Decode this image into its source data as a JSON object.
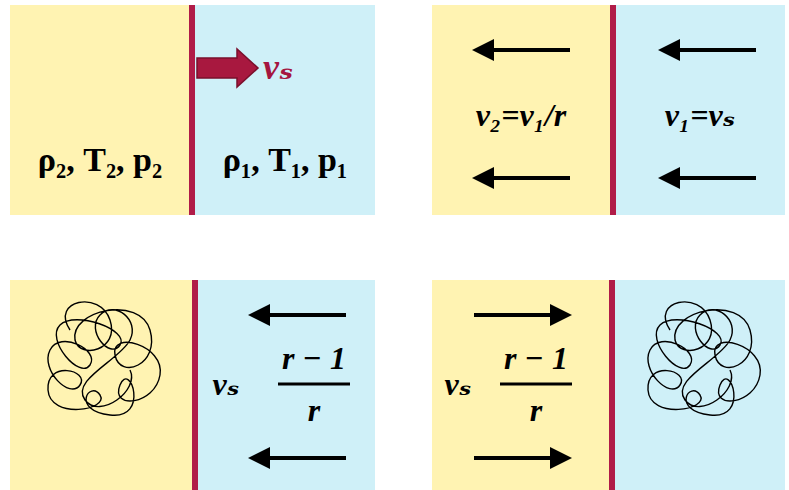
{
  "diagram": {
    "nodes": [
      {
        "text": [
          "ρ₂, T₂, p₂"
        ]
      },
      {
        "text": [
          "ρ₁, T₁, p₁"
        ]
      },
      {
        "text": [
          "v₂=v₁/r"
        ]
      },
      {
        "text": [
          "v₁=vₛ"
        ]
      },
      {
        "text": [
          "vₛ",
          "r − 1",
          "r"
        ]
      },
      {
        "text": [
          "vₛ",
          "r − 1",
          "r"
        ]
      }
    ],
    "labels": [
      "vₛ"
    ]
  }
}
